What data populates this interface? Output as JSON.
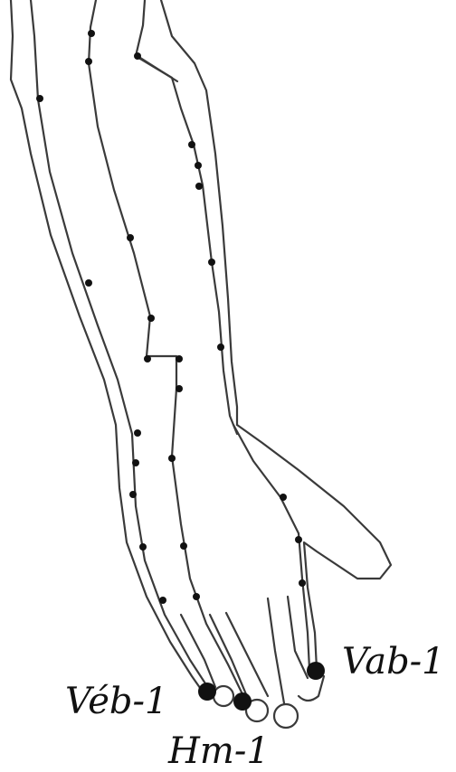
{
  "labels": {
    "vab": "Vab-1",
    "veb": "Véb-1",
    "hm": "Hm-1"
  },
  "colors": {
    "outline": "#3a3a3a",
    "point": "#111111",
    "background": "#ffffff"
  }
}
